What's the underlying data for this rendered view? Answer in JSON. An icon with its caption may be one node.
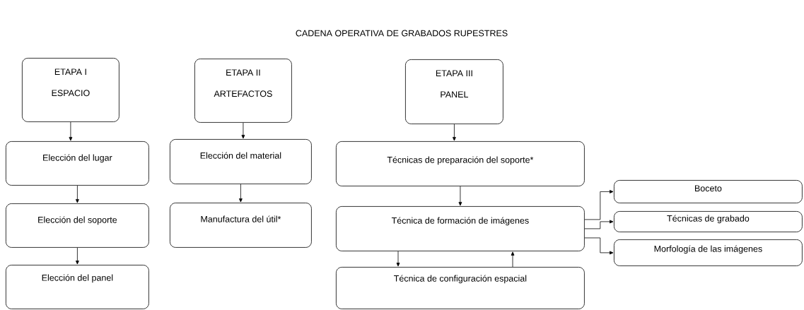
{
  "diagram": {
    "title": "CADENA OPERATIVA DE GRABADOS RUPESTRES",
    "nodes": [
      {
        "text": [
          "ETAPA I",
          "ESPACIO"
        ]
      },
      {
        "text": [
          "Elección del lugar"
        ]
      },
      {
        "text": [
          "Elección del soporte"
        ]
      },
      {
        "text": [
          "Elección del panel"
        ]
      },
      {
        "text": [
          "ETAPA II",
          "ARTEFACTOS"
        ]
      },
      {
        "text": [
          "Elección del material"
        ]
      },
      {
        "text": [
          "Manufactura del útil*"
        ]
      },
      {
        "text": [
          "ETAPA III",
          "PANEL"
        ]
      },
      {
        "text": [
          "Técnicas de preparación del soporte*"
        ]
      },
      {
        "text": [
          "Técnica de formación de imágenes"
        ]
      },
      {
        "text": [
          "Técnica de configuración espacial"
        ]
      },
      {
        "text": [
          "Boceto"
        ]
      },
      {
        "text": [
          "Técnicas de grabado"
        ]
      },
      {
        "text": [
          "Morfología de las imágenes"
        ]
      }
    ],
    "edges": [
      {
        "from": 0,
        "to": 1,
        "arrow": "to"
      },
      {
        "from": 1,
        "to": 2,
        "arrow": "to"
      },
      {
        "from": 2,
        "to": 3,
        "arrow": "to"
      },
      {
        "from": 4,
        "to": 5,
        "arrow": "to"
      },
      {
        "from": 5,
        "to": 6,
        "arrow": "to"
      },
      {
        "from": 7,
        "to": 8,
        "arrow": "to"
      },
      {
        "from": 8,
        "to": 9,
        "arrow": "to"
      },
      {
        "from": 9,
        "to": 10,
        "arrow": "to"
      },
      {
        "from": 10,
        "to": 9,
        "arrow": "to"
      },
      {
        "from": 9,
        "to": 11,
        "arrow": "to"
      },
      {
        "from": 9,
        "to": 12,
        "arrow": "to"
      },
      {
        "from": 9,
        "to": 13,
        "arrow": "to"
      }
    ]
  }
}
